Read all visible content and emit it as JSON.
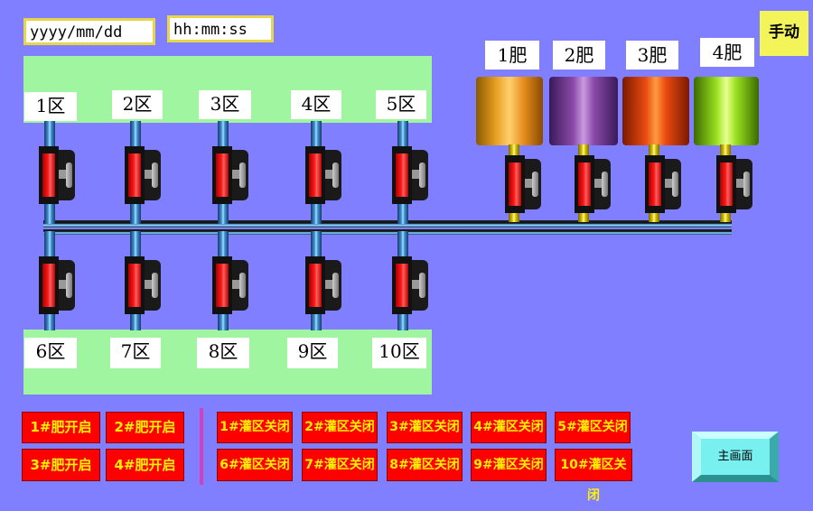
{
  "header": {
    "date_value": "yyyy/mm/dd",
    "time_value": "hh:mm:ss",
    "mode_button": "手动"
  },
  "zones_top": [
    "1区",
    "2区",
    "3区",
    "4区",
    "5区"
  ],
  "zones_bottom": [
    "6区",
    "7区",
    "8区",
    "9区",
    "10区"
  ],
  "tanks": [
    {
      "label": "1肥",
      "color": "#e8a020"
    },
    {
      "label": "2肥",
      "color": "#8a4aa8"
    },
    {
      "label": "3肥",
      "color": "#e84a10"
    },
    {
      "label": "4肥",
      "color": "#9ae020"
    }
  ],
  "fert_buttons": [
    "1#肥开启",
    "2#肥开启",
    "3#肥开启",
    "4#肥开启"
  ],
  "zone_buttons": [
    "1#灌区关闭",
    "2#灌区关闭",
    "3#灌区关闭",
    "4#灌区关闭",
    "5#灌区关闭",
    "6#灌区关闭",
    "7#灌区关闭",
    "8#灌区关闭",
    "9#灌区关闭",
    "10#灌区关闭"
  ],
  "home_button": "主画面",
  "colors": {
    "background": "#7f7fff",
    "panel": "#a0f5a0",
    "button_red": "#ff0000",
    "button_text": "#fff200"
  }
}
